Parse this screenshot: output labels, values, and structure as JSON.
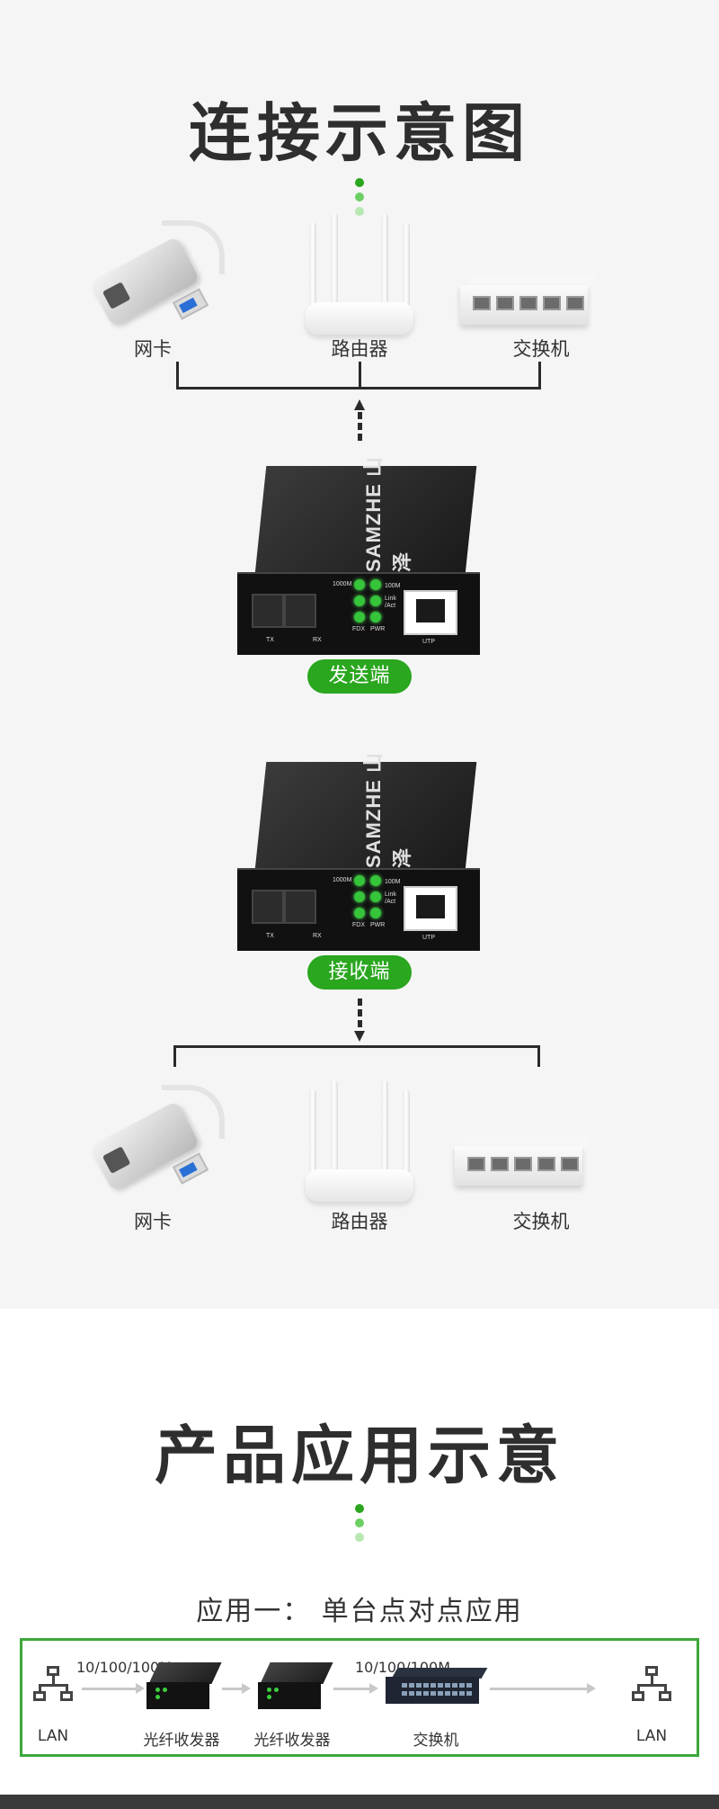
{
  "section1": {
    "title": "连接示意图",
    "top_devices": {
      "nic": "网卡",
      "router": "路由器",
      "switch": "交换机"
    },
    "sender_label": "发送端",
    "receiver_label": "接收端",
    "bottom_devices": {
      "nic": "网卡",
      "router": "路由器",
      "switch": "交换机"
    },
    "converter": {
      "brand": "SAMZHE 山泽",
      "tx": "TX",
      "rx": "RX",
      "led_1000m": "1000M",
      "led_100m": "100M",
      "led_link": "Link",
      "led_act": "/Act",
      "led_fdx": "FDX",
      "led_pwr": "PWR",
      "utp": "UTP"
    }
  },
  "section2": {
    "title": "产品应用示意",
    "app1_title": "应用一：  单台点对点应用",
    "diagram": {
      "lan_left": "LAN",
      "speed_left": "10/100/100M",
      "converter_a": "光纤收发器",
      "converter_b": "光纤收发器",
      "speed_right": "10/100/100M",
      "switch": "交换机",
      "lan_right": "LAN"
    }
  },
  "colors": {
    "accent_green": "#2aa61f",
    "dot_dark": "#2aa61f",
    "dot_mid": "#6ccf63",
    "dot_light": "#b8e8b2",
    "box_border": "#3da83a"
  }
}
